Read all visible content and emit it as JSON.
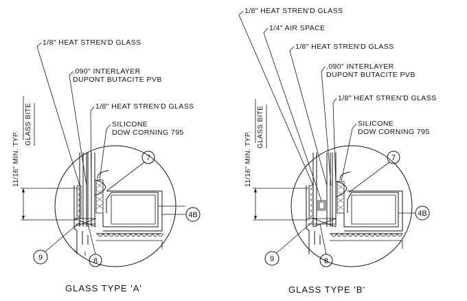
{
  "detail_a": {
    "dim_text": "11/16\" MIN. TYP.",
    "bite_text": "GLASS BITE",
    "notes": [
      "1/8\" HEAT STREN'D GLASS",
      ".090\" INTERLAYER",
      "DUPONT BUTACITE PVB",
      "1/8\" HEAT STREN'D GLASS",
      "SILICONE",
      "DOW CORNING 795"
    ],
    "callouts": [
      "7",
      "4B",
      "9",
      "8"
    ],
    "caption": "GLASS TYPE 'A'"
  },
  "detail_b": {
    "dim_text": "11/16\" MIN. TYP.",
    "bite_text": "GLASS BITE",
    "notes": [
      "1/8\" HEAT STREN'D GLASS",
      "1/4\" AIR SPACE",
      "1/8\" HEAT STREN'D GLASS",
      ".090\" INTERLAYER",
      "DUPONT BUTACITE PVB",
      "1/8\" HEAT STREN'D GLASS",
      "SILICONE",
      "DOW CORNING 795"
    ],
    "callouts": [
      "7",
      "4B",
      "9",
      "8"
    ],
    "caption": "GLASS TYPE 'B'"
  }
}
